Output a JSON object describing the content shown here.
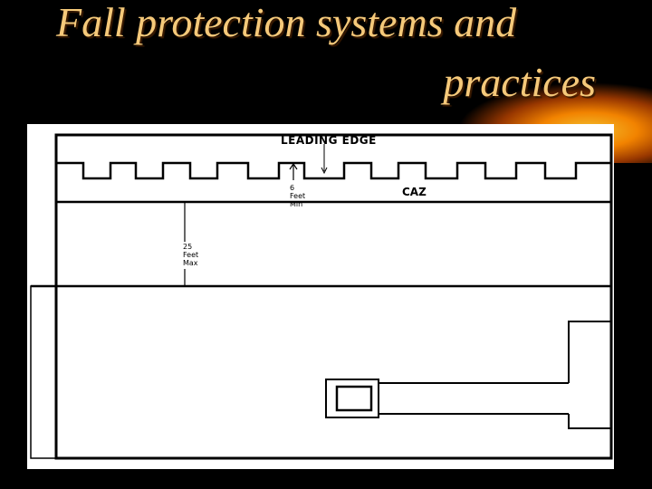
{
  "slide": {
    "title_line1": "Fall protection systems and",
    "title_line2": "practices"
  },
  "diagram": {
    "leading_edge_label": "LEADING EDGE",
    "caz_label": "CAZ",
    "six_feet": {
      "number": "6",
      "unit": "Feet",
      "qualifier": "Min"
    },
    "twentyfive_feet": {
      "number": "25",
      "unit": "Feet",
      "qualifier": "Max"
    }
  },
  "colors": {
    "background": "#000000",
    "title_text": "#f5c97a",
    "accent_glow": "#ff8a00",
    "panel": "#ffffff",
    "line": "#000000"
  }
}
